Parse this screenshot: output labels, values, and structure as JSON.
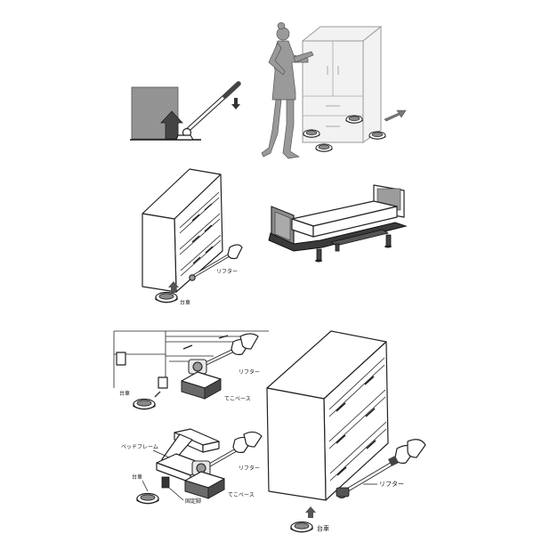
{
  "labels": {
    "lifter": "リフター",
    "dolly": "台車",
    "lever_base": "てこベース",
    "bed_frame": "ベッドフレーム",
    "fixing_part": "固定脚"
  },
  "colors": {
    "line": "#222222",
    "block_fill": "#8c8c8c",
    "figure_fill": "#9a9a9a",
    "ghost_fill": "#f2f2f2"
  }
}
